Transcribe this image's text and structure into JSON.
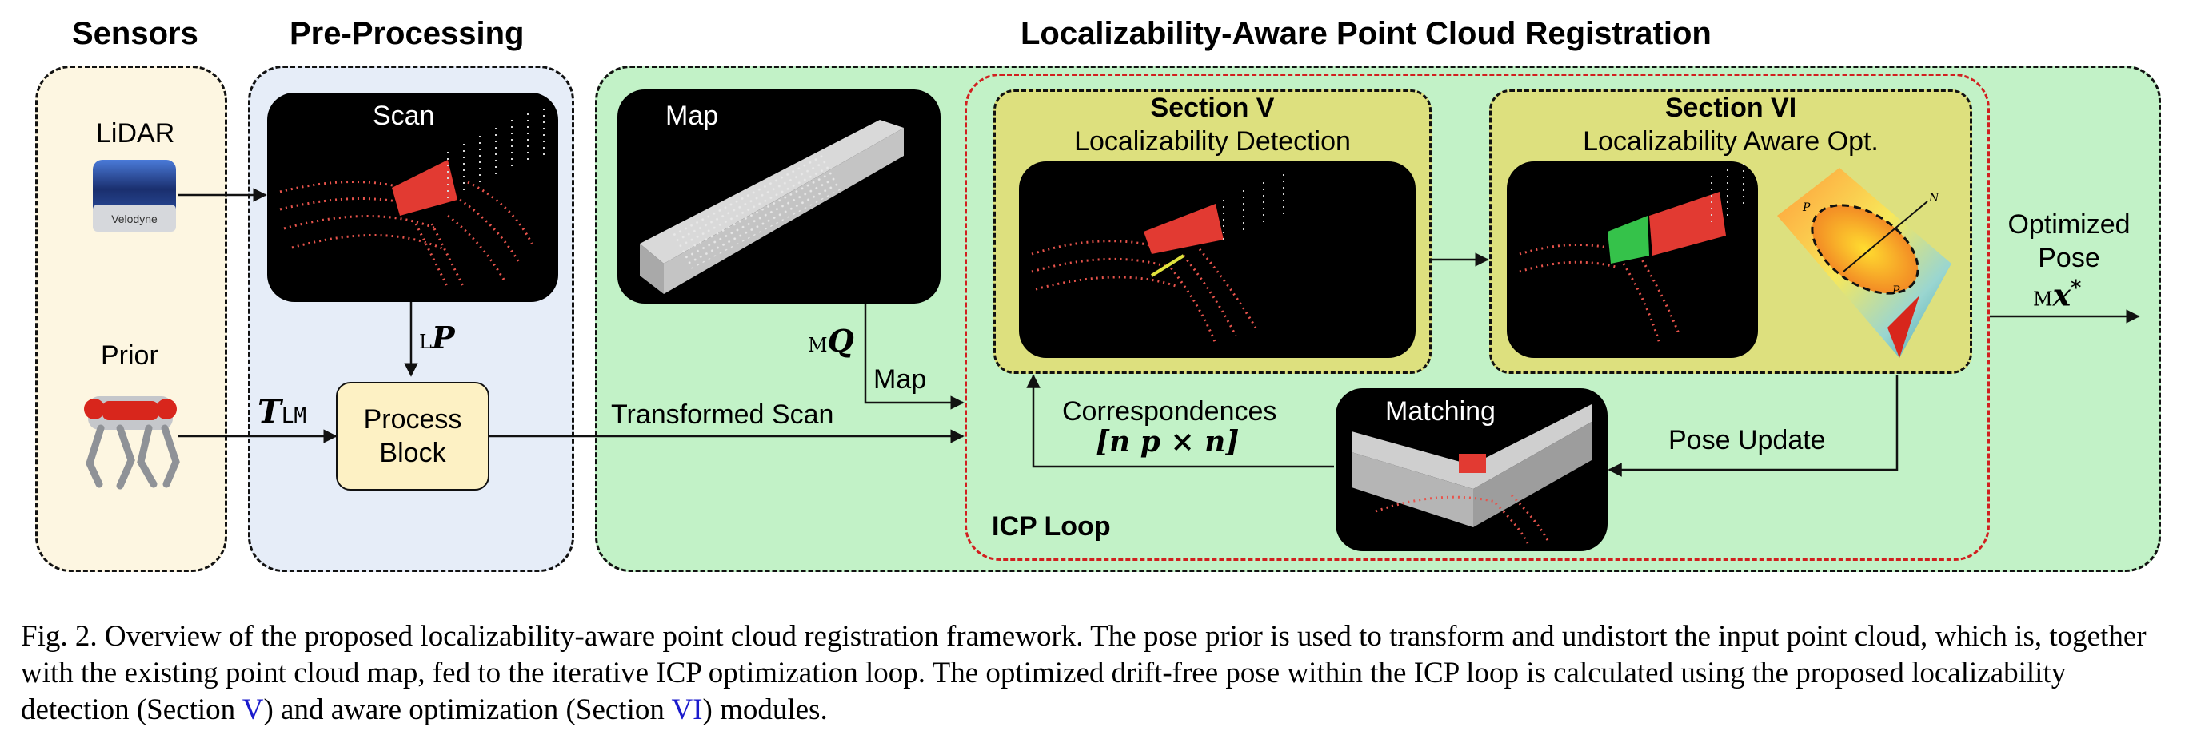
{
  "headings": {
    "sensors": "Sensors",
    "preprocessing": "Pre-Processing",
    "registration": "Localizability-Aware Point Cloud Registration"
  },
  "sensors": {
    "lidar": "LiDAR",
    "lidar_brand": "Velodyne",
    "prior": "Prior"
  },
  "boxes": {
    "scan": "Scan",
    "map": "Map",
    "matching": "Matching",
    "process_block_line1": "Process",
    "process_block_line2": "Block"
  },
  "sections": {
    "v_title": "Section V",
    "v_subtitle": "Localizability Detection",
    "vi_title": "Section VI",
    "vi_subtitle": "Localizability Aware Opt."
  },
  "math": {
    "lp_sub": "L",
    "lp_sym": "P",
    "mq_sub": "M",
    "mq_sym": "Q",
    "tlm_sym": "T",
    "tlm_sub": "LM",
    "corr_expr": "[n  p × n]",
    "opt_pose_sub": "M",
    "opt_pose_sym": "x",
    "opt_pose_sup": "*",
    "surface_p1": "P",
    "surface_p2": "P",
    "surface_n": "N"
  },
  "flow_labels": {
    "map": "Map",
    "transformed_scan": "Transformed Scan",
    "correspondences": "Correspondences",
    "pose_update": "Pose Update",
    "icp_loop": "ICP Loop",
    "optimized_pose_line1": "Optimized",
    "optimized_pose_line2": "Pose"
  },
  "caption": {
    "prefix": "Fig. 2.  Overview of the proposed localizability-aware point cloud registration framework. The pose prior is used to transform and undistort the input point cloud, which is, together with the existing point cloud map, fed to the iterative ICP optimization loop. The optimized drift-free pose within the ICP loop is calculated using the proposed localizability detection (Section ",
    "ref_v": "V",
    "middle": ") and aware optimization (Section ",
    "ref_vi": "VI",
    "suffix": ") modules."
  },
  "colors": {
    "sensors_bg": "#fdf6e1",
    "preprocessing_bg": "#e6edf8",
    "registration_bg": "#c2f2c7",
    "section_bg": "#dde07e",
    "process_block_bg": "#fdf1c4",
    "icp_loop_border": "#d11f1f",
    "caption_link": "#1a1acc"
  }
}
